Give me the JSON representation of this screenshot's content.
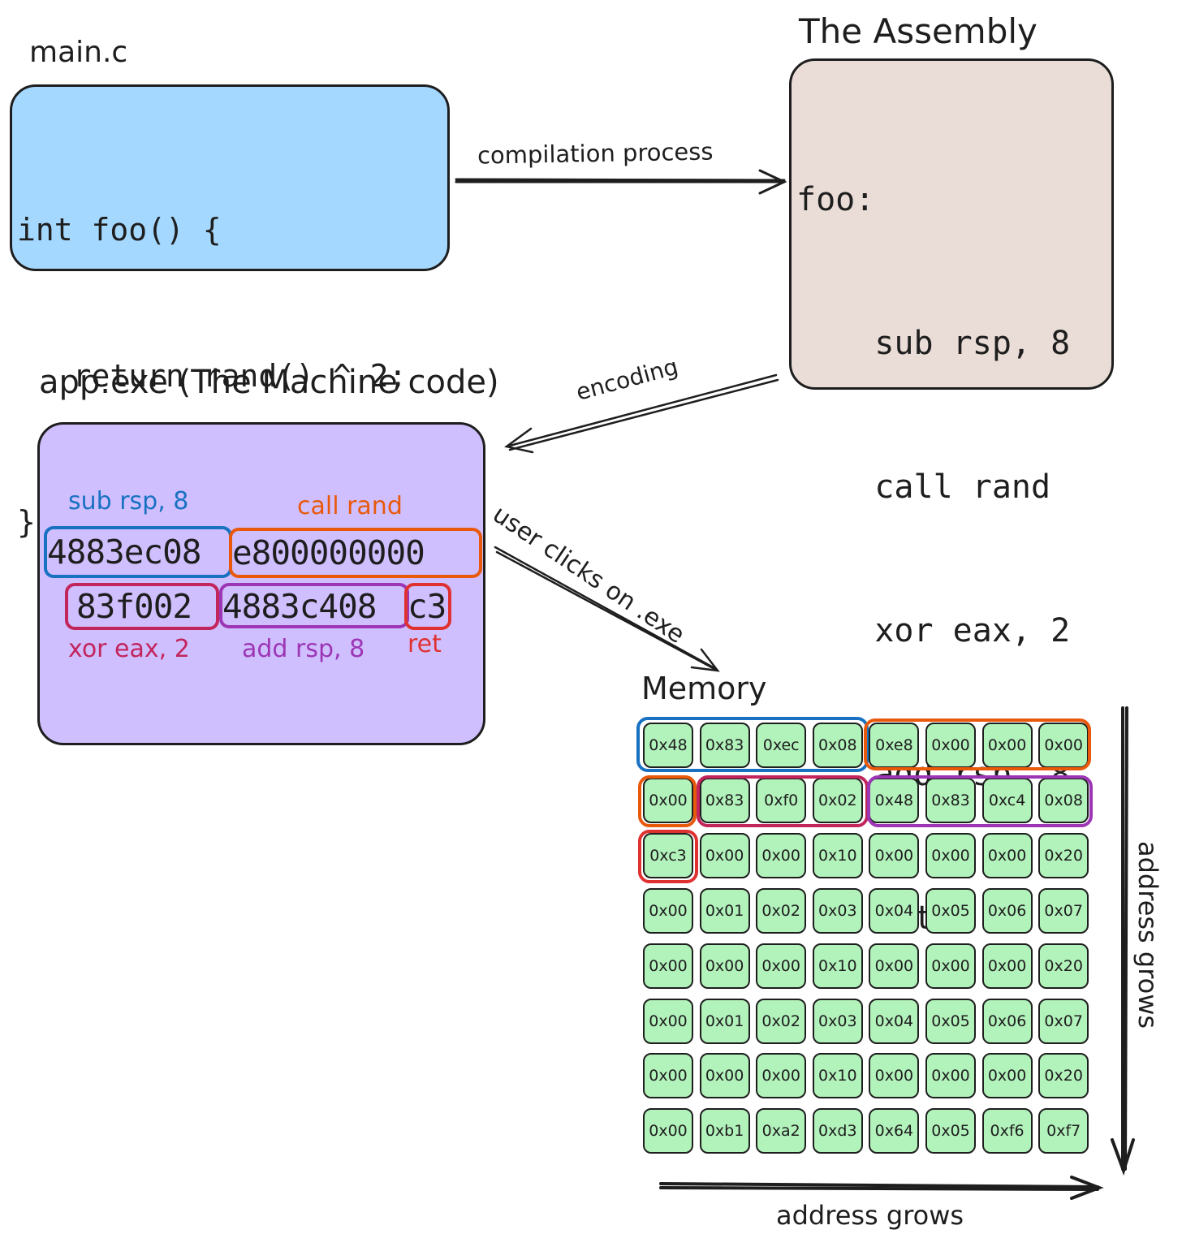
{
  "source": {
    "title": "main.c",
    "lines": [
      "int foo() {",
      "   return rand() ^ 2;",
      "}"
    ]
  },
  "assembly": {
    "title": "The Assembly",
    "lines": [
      "foo:",
      "    sub rsp, 8",
      "    call rand",
      "    xor eax, 2",
      "    add rsp, 8",
      "    ret"
    ]
  },
  "machine": {
    "title": "app.exe (The Machine code)",
    "row1": [
      {
        "hex": "4883ec08",
        "label": "sub rsp, 8",
        "color": "#1971c2"
      },
      {
        "hex": "e800000000",
        "label": "call rand",
        "color": "#e8590c"
      }
    ],
    "row2": [
      {
        "hex": "83f002",
        "label": "xor eax, 2",
        "color": "#c2255c"
      },
      {
        "hex": "4883c408",
        "label": "add rsp, 8",
        "color": "#9c36b5"
      },
      {
        "hex": "c3",
        "label": "ret",
        "color": "#e03131"
      }
    ]
  },
  "arrows": {
    "compile": "compilation process",
    "encode": "encoding",
    "run": "user clicks on .exe"
  },
  "memory": {
    "title": "Memory",
    "axis_vertical": "address grows",
    "axis_horizontal": "address grows",
    "rows": [
      [
        "0x48",
        "0x83",
        "0xec",
        "0x08",
        "0xe8",
        "0x00",
        "0x00",
        "0x00"
      ],
      [
        "0x00",
        "0x83",
        "0xf0",
        "0x02",
        "0x48",
        "0x83",
        "0xc4",
        "0x08"
      ],
      [
        "0xc3",
        "0x00",
        "0x00",
        "0x10",
        "0x00",
        "0x00",
        "0x00",
        "0x20"
      ],
      [
        "0x00",
        "0x01",
        "0x02",
        "0x03",
        "0x04",
        "0x05",
        "0x06",
        "0x07"
      ],
      [
        "0x00",
        "0x00",
        "0x00",
        "0x10",
        "0x00",
        "0x00",
        "0x00",
        "0x20"
      ],
      [
        "0x00",
        "0x01",
        "0x02",
        "0x03",
        "0x04",
        "0x05",
        "0x06",
        "0x07"
      ],
      [
        "0x00",
        "0x00",
        "0x00",
        "0x10",
        "0x00",
        "0x00",
        "0x00",
        "0x20"
      ],
      [
        "0x00",
        "0xb1",
        "0xa2",
        "0xd3",
        "0x64",
        "0x05",
        "0xf6",
        "0xf7"
      ]
    ]
  },
  "colors": {
    "source_bg": "#a5d8ff",
    "assembly_bg": "#eaddd7",
    "machine_bg": "#d0bfff",
    "memory_cell_bg": "#b2f2bb",
    "sub_rsp": "#1971c2",
    "call_rand": "#e8590c",
    "xor_eax": "#c2255c",
    "add_rsp": "#9c36b5",
    "ret": "#e03131"
  }
}
